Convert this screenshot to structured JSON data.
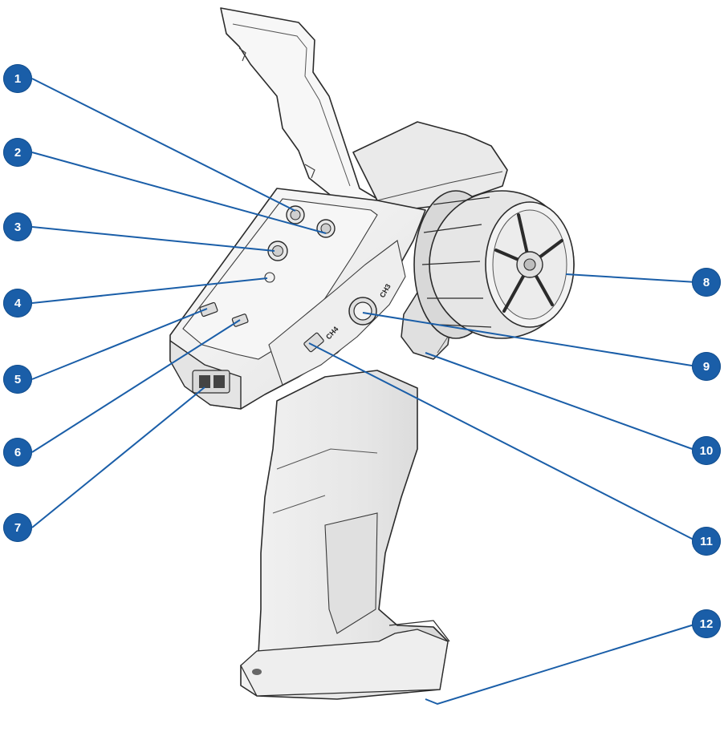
{
  "callouts": [
    {
      "n": "1"
    },
    {
      "n": "2"
    },
    {
      "n": "3"
    },
    {
      "n": "4"
    },
    {
      "n": "5"
    },
    {
      "n": "6"
    },
    {
      "n": "7"
    },
    {
      "n": "8"
    },
    {
      "n": "9"
    },
    {
      "n": "10"
    },
    {
      "n": "11"
    },
    {
      "n": "12"
    }
  ],
  "body_labels": {
    "ch3": "CH3",
    "ch4": "CH4"
  },
  "colors": {
    "callout_fill": "#1a5ea8",
    "leader_line": "#1a5ea8",
    "outline": "#2b2b2b",
    "body_fill": "#f4f4f4"
  }
}
